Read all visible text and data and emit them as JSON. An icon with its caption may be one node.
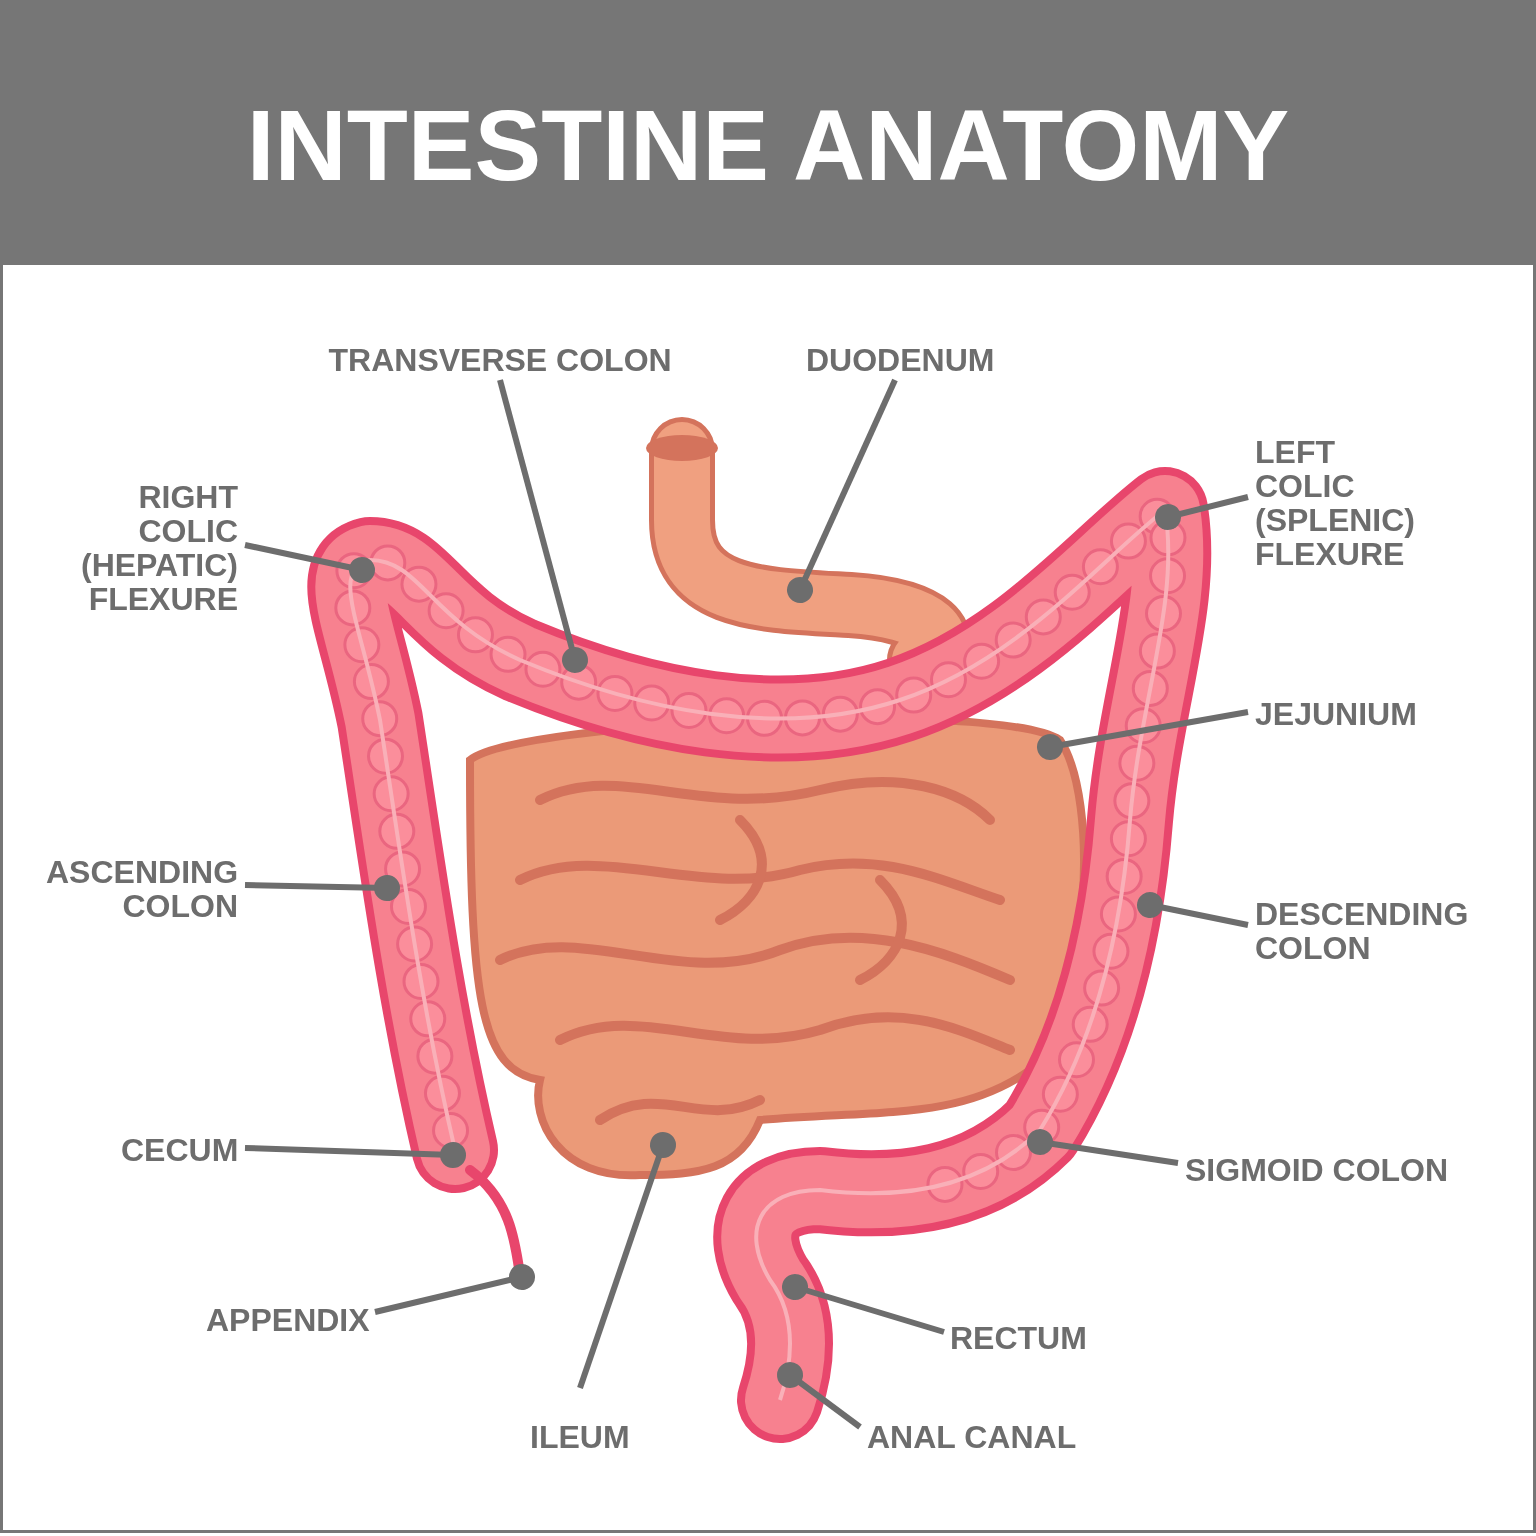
{
  "diagram": {
    "title": "INTESTINE ANATOMY",
    "nodes": [
      {
        "text": [
          "TRANSVERSE COLON"
        ]
      },
      {
        "text": [
          "DUODENUM"
        ]
      },
      {
        "text": [
          "RIGHT COLIC (HEPATIC) FLEXURE"
        ]
      },
      {
        "text": [
          "LEFT COLIC (SPLENIC) FLEXURE"
        ]
      },
      {
        "text": [
          "JEJUNIUM"
        ]
      },
      {
        "text": [
          "ASCENDING COLON"
        ]
      },
      {
        "text": [
          "DESCENDING COLON"
        ]
      },
      {
        "text": [
          "CECUM"
        ]
      },
      {
        "text": [
          "SIGMOID COLON"
        ]
      },
      {
        "text": [
          "APPENDIX"
        ]
      },
      {
        "text": [
          "RECTUM"
        ]
      },
      {
        "text": [
          "ILEUM"
        ]
      },
      {
        "text": [
          "ANAL CANAL"
        ]
      }
    ],
    "edges": [
      {
        "from": 0,
        "to": null,
        "arrow": "other"
      },
      {
        "from": 1,
        "to": null,
        "arrow": "other"
      },
      {
        "from": 2,
        "to": null,
        "arrow": "other"
      },
      {
        "from": 3,
        "to": null,
        "arrow": "other"
      },
      {
        "from": 4,
        "to": null,
        "arrow": "other"
      },
      {
        "from": 5,
        "to": null,
        "arrow": "other"
      },
      {
        "from": 6,
        "to": null,
        "arrow": "other"
      },
      {
        "from": 7,
        "to": null,
        "arrow": "other"
      },
      {
        "from": 8,
        "to": null,
        "arrow": "other"
      },
      {
        "from": 9,
        "to": null,
        "arrow": "other"
      },
      {
        "from": 10,
        "to": null,
        "arrow": "other"
      },
      {
        "from": 11,
        "to": null,
        "arrow": "other"
      },
      {
        "from": 12,
        "to": null,
        "arrow": "other"
      }
    ]
  }
}
